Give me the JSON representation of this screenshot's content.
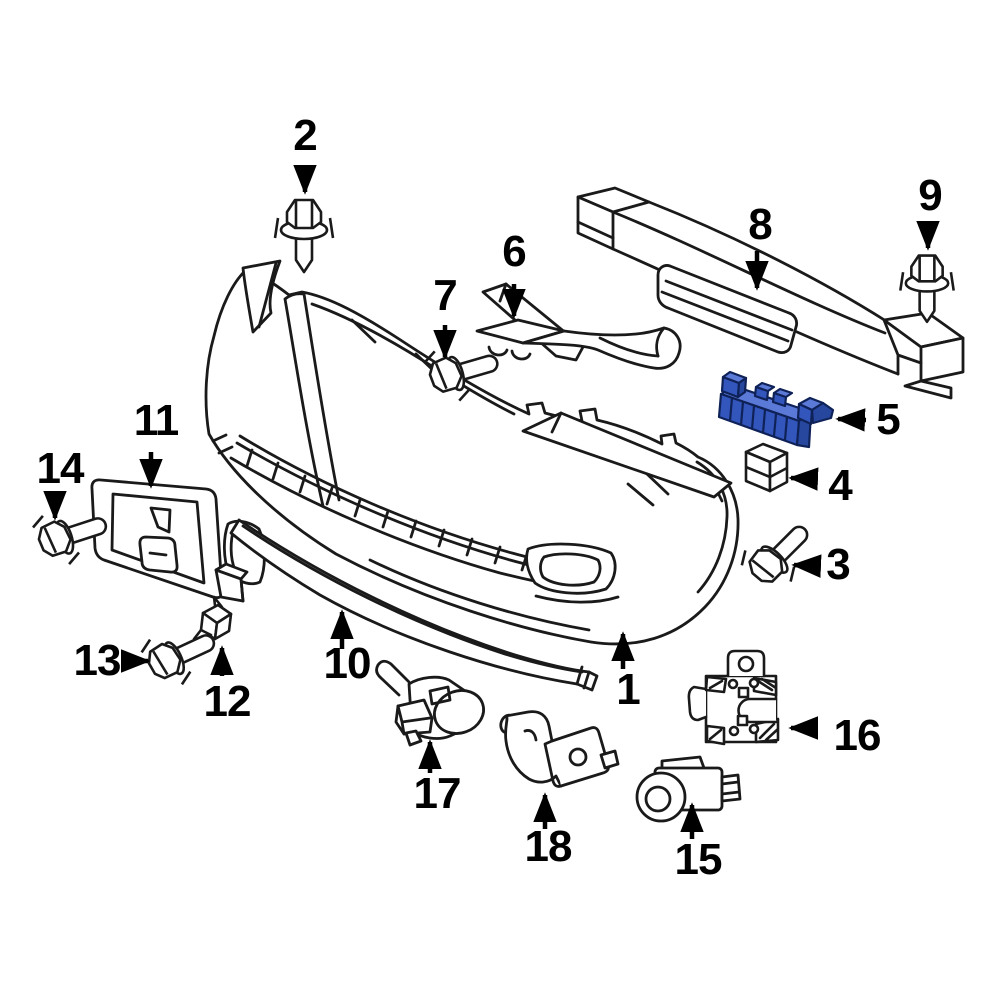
{
  "diagram": {
    "type": "exploded-parts-diagram",
    "subject": "front-bumper-assembly",
    "background_color": "#ffffff",
    "line_color": "#1a1a1a",
    "highlight": {
      "part_number": "5",
      "fill": "#3356bd",
      "fill_light": "#5b79d6",
      "fill_dark": "#27479f",
      "outline": "#0f2258"
    },
    "highlighted_callout": "5",
    "callouts": [
      {
        "number": "1"
      },
      {
        "number": "2"
      },
      {
        "number": "3"
      },
      {
        "number": "4"
      },
      {
        "number": "5"
      },
      {
        "number": "6"
      },
      {
        "number": "7"
      },
      {
        "number": "8"
      },
      {
        "number": "9"
      },
      {
        "number": "10"
      },
      {
        "number": "11"
      },
      {
        "number": "12"
      },
      {
        "number": "13"
      },
      {
        "number": "14"
      },
      {
        "number": "15"
      },
      {
        "number": "16"
      },
      {
        "number": "17"
      },
      {
        "number": "18"
      }
    ]
  }
}
